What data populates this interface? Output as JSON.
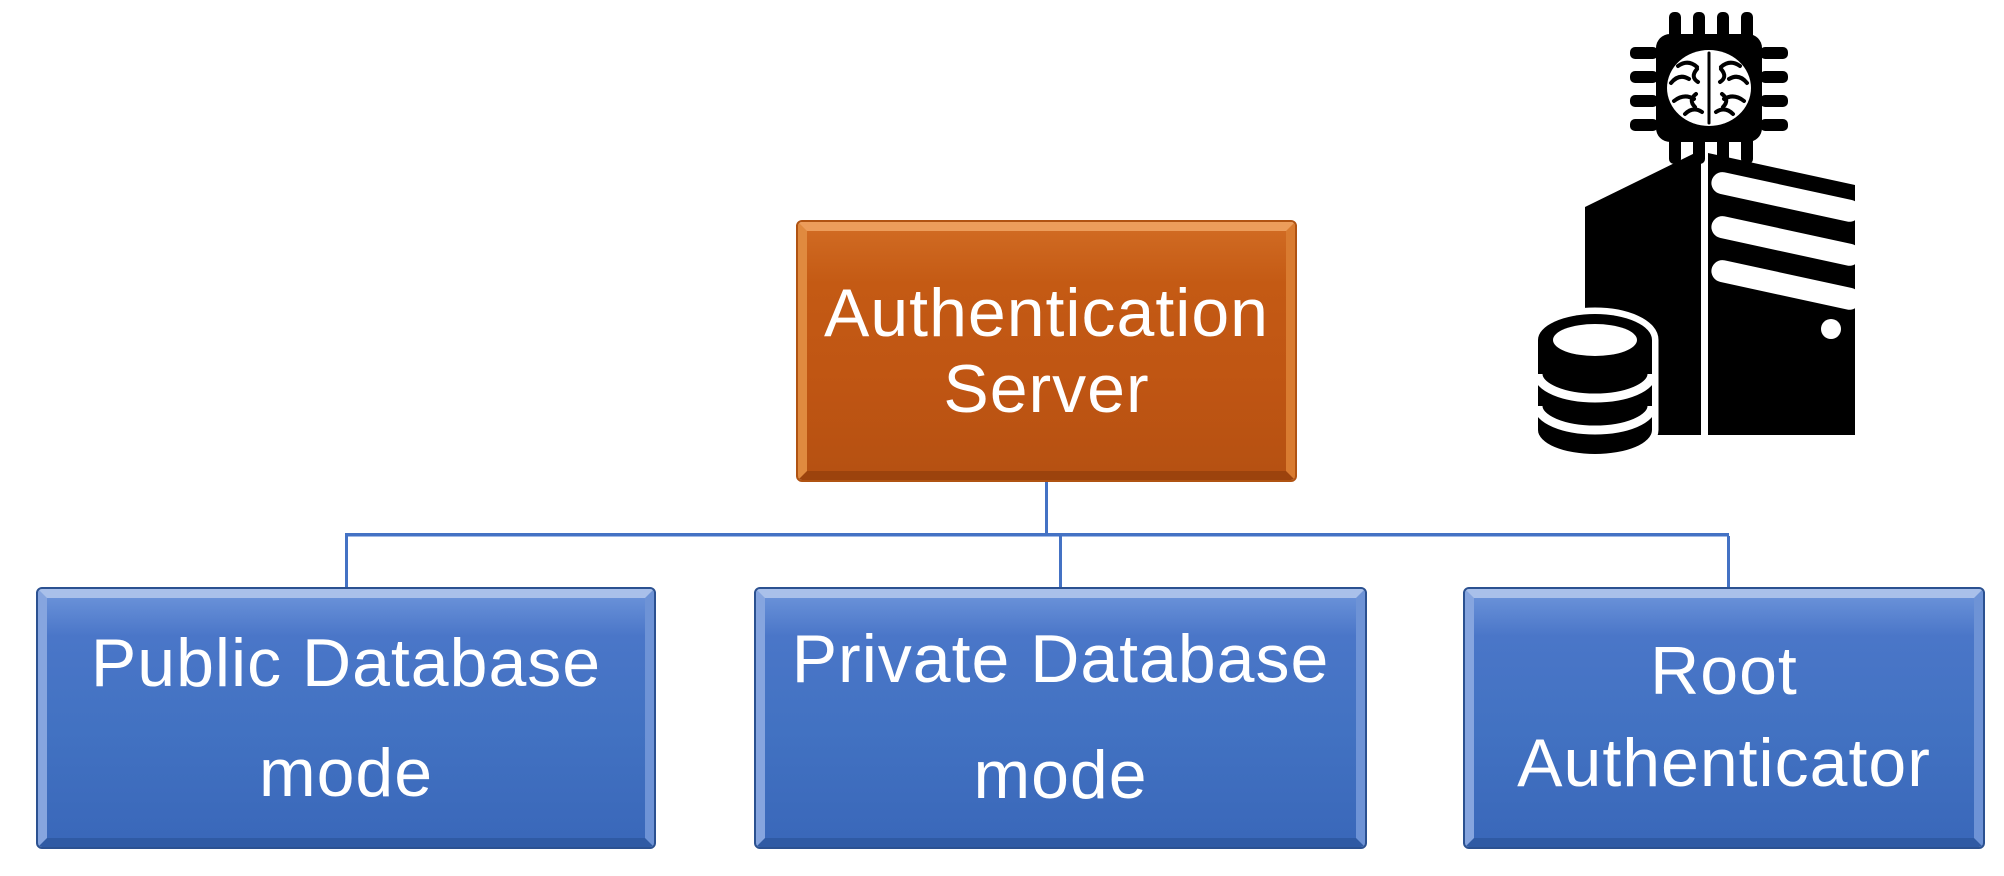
{
  "diagram": {
    "title_implicit": "Authentication Server architecture",
    "root": {
      "label": "Authentication Server",
      "line1": "Authentication",
      "line2": "Server"
    },
    "children": [
      {
        "id": "public-database-mode",
        "label": "Public Database mode",
        "line1": "Public Database",
        "line2": "mode"
      },
      {
        "id": "private-database-mode",
        "label": "Private Database mode",
        "line1": "Private Database",
        "line2": "mode"
      },
      {
        "id": "root-authenticator",
        "label": "Root Authenticator",
        "line1": "Root",
        "line2": "Authenticator"
      }
    ],
    "icon": {
      "name": "ai-database-server-icon",
      "parts": [
        "ai-chip-brain-icon",
        "server-tower-icon",
        "database-cylinders-icon"
      ],
      "color": "#000000"
    },
    "colors": {
      "root_fill": "#C05712",
      "root_bevel_light": "#EC9D5B",
      "child_fill": "#4472C4",
      "child_bevel_light": "#A9C0EA",
      "child_bevel_dark": "#2F5AA4",
      "connector": "#4472C4",
      "text": "#FFFFFF",
      "background": "#FFFFFF"
    }
  }
}
